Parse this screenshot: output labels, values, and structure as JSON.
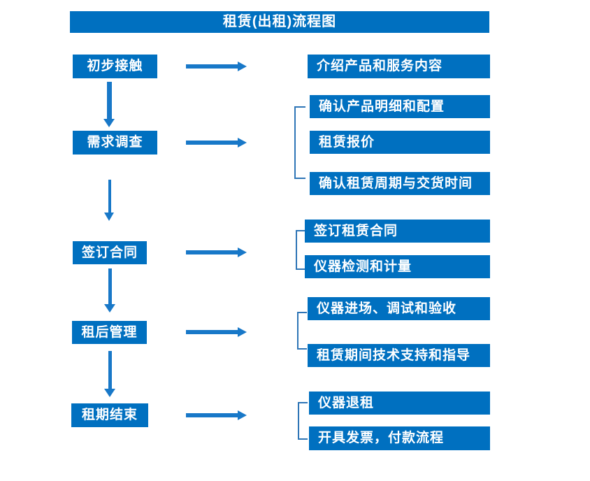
{
  "title": "租赁(出租)流程图",
  "colors": {
    "box_blue": "#0070C0",
    "arrow_blue": "#1878C8",
    "bracket_blue": "#2E75B6",
    "text": "#FFFFFF",
    "background": "#FFFFFF"
  },
  "steps": [
    {
      "label": "初步接触",
      "outputs": [
        "介绍产品和服务内容"
      ]
    },
    {
      "label": "需求调查",
      "outputs": [
        "确认产品明细和配置",
        "租赁报价",
        "确认租赁周期与交货时间"
      ]
    },
    {
      "label": "签订合同",
      "outputs": [
        "签订租赁合同",
        "仪器检测和计量"
      ]
    },
    {
      "label": "租后管理",
      "outputs": [
        "仪器进场、调试和验收",
        "租赁期间技术支持和指导"
      ]
    },
    {
      "label": "租期结束",
      "outputs": [
        "仪器退租",
        "开具发票，付款流程"
      ]
    }
  ]
}
